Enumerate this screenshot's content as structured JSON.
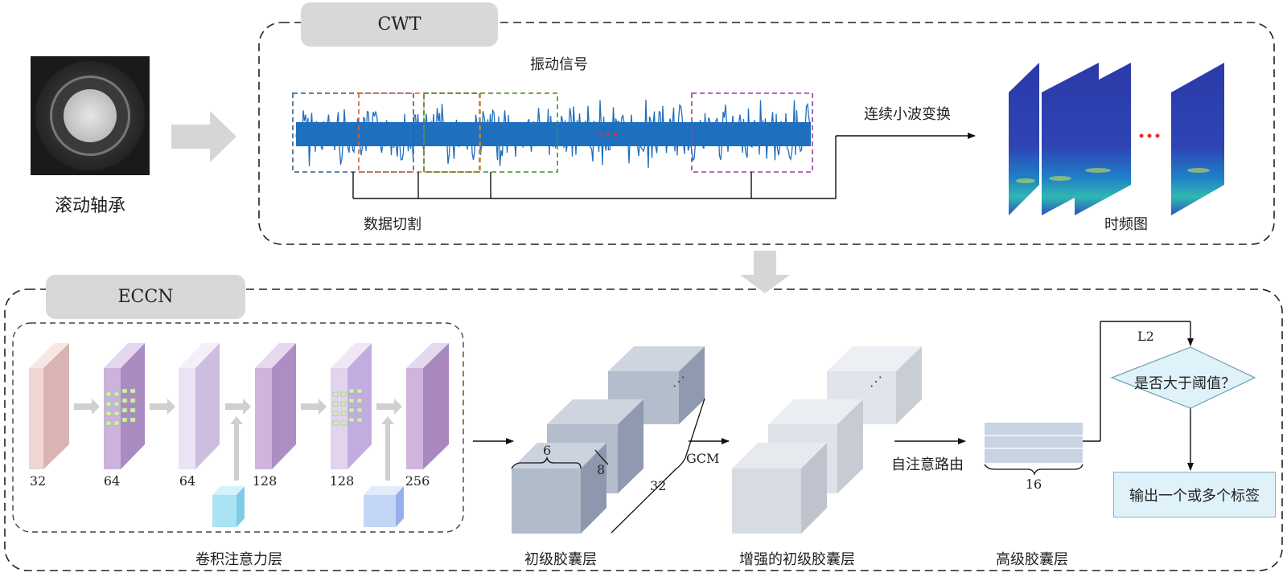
{
  "top_section": {
    "tag": "CWT",
    "bearing_label": "滚动轴承",
    "signal_label": "振动信号",
    "segmentation_label": "数据切割",
    "transform_label": "连续小波变换",
    "tf_image_label": "时频图",
    "ellipsis": "···",
    "signal_color": "#1f6fbf",
    "window_colors": [
      "#2f5f8a",
      "#d9652a",
      "#c8842a",
      "#4c8a2f",
      "#9a3fa0"
    ]
  },
  "bottom_section": {
    "tag": "ECCN",
    "conv_attention_label": "卷积注意力层",
    "conv_channels": [
      "32",
      "64",
      "64",
      "128",
      "128",
      "256"
    ],
    "primary_capsule_label": "初级胶囊层",
    "primary_dims": {
      "a": "6",
      "b": "8",
      "c": "32"
    },
    "gcm_label": "GCM",
    "enhanced_capsule_label": "增强的初级胶囊层",
    "routing_label": "自注意路由",
    "high_capsule_label": "高级胶囊层",
    "high_dim": "16",
    "l2_label": "L2",
    "decision_label": "是否大于阈值？",
    "output_label": "输出一个或多个标签",
    "ellipsis_glyph": "⋰"
  }
}
